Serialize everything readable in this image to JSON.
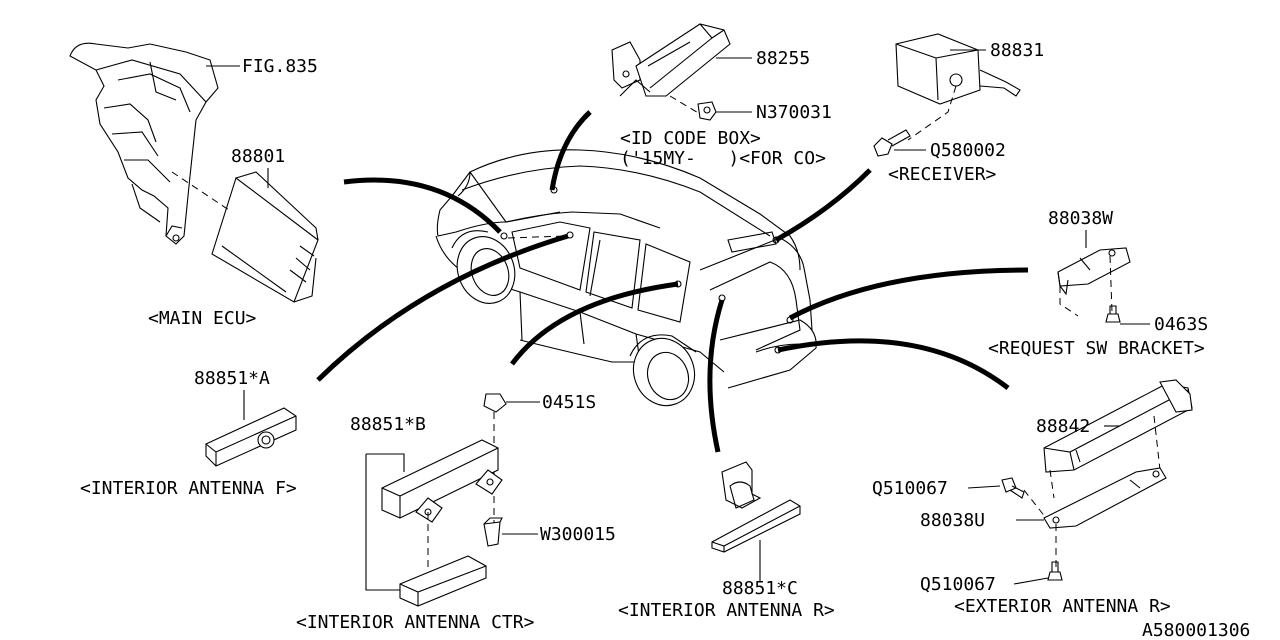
{
  "diagram_id": "A580001306",
  "parts": {
    "fig835": "FIG.835",
    "main_ecu_no": "88801",
    "main_ecu_name": "<MAIN ECU>",
    "id_box_no": "88255",
    "nut_no": "N370031",
    "id_box_name": "<ID CODE BOX>",
    "id_box_note": "('15MY-   )<FOR CO>",
    "receiver_no": "88831",
    "receiver_bolt_no": "Q580002",
    "receiver_name": "<RECEIVER>",
    "bracket_no": "88038W",
    "bracket_screw_no": "0463S",
    "bracket_name": "<REQUEST SW BRACKET>",
    "ant_f_no": "88851*A",
    "ant_f_name": "<INTERIOR ANTENNA F>",
    "ant_ctr_screw_no": "0451S",
    "ant_ctr_no": "88851*B",
    "ant_ctr_clip_no": "W300015",
    "ant_ctr_name": "<INTERIOR ANTENNA CTR>",
    "ant_r_no": "88851*C",
    "ant_r_name": "<INTERIOR ANTENNA R>",
    "ext_ant_no": "88842",
    "ext_bolt1_no": "Q510067",
    "ext_bracket_no": "88038U",
    "ext_bolt2_no": "Q510067",
    "ext_ant_name": "<EXTERIOR ANTENNA R>"
  }
}
